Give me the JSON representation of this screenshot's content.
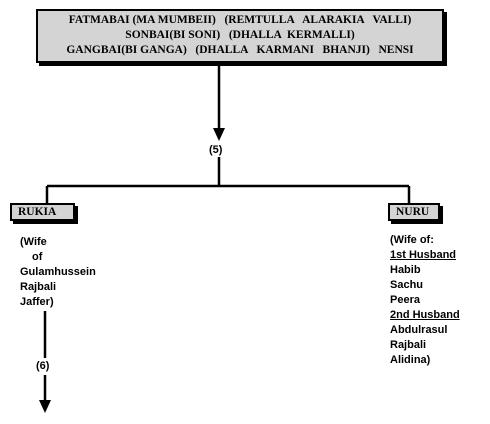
{
  "parents": {
    "lines": [
      "FATMABAI (MA MUMBEII)   (REMTULLA   ALARAKIA   VALLI)",
      "SONBAI(BI SONI)   (DHALLA  KERMALLI)",
      "GANGBAI(BI GANGA)   (DHALLA   KARMANI   BHANJI)   NENSI"
    ]
  },
  "connector_label": "(5)",
  "children": [
    {
      "name": "RUKIA",
      "details": [
        "(Wife",
        "of",
        "Gulamhussein",
        "Rajbali",
        "Jaffer)"
      ]
    },
    {
      "name": "NURU",
      "details": [
        "(Wife of:",
        "1st Husband",
        "Habib",
        "Sachu",
        "Peera",
        "2nd Husband",
        "Abdulrasul",
        "Rajbali",
        "Alidina)"
      ]
    }
  ],
  "continuation_label": "(6)"
}
